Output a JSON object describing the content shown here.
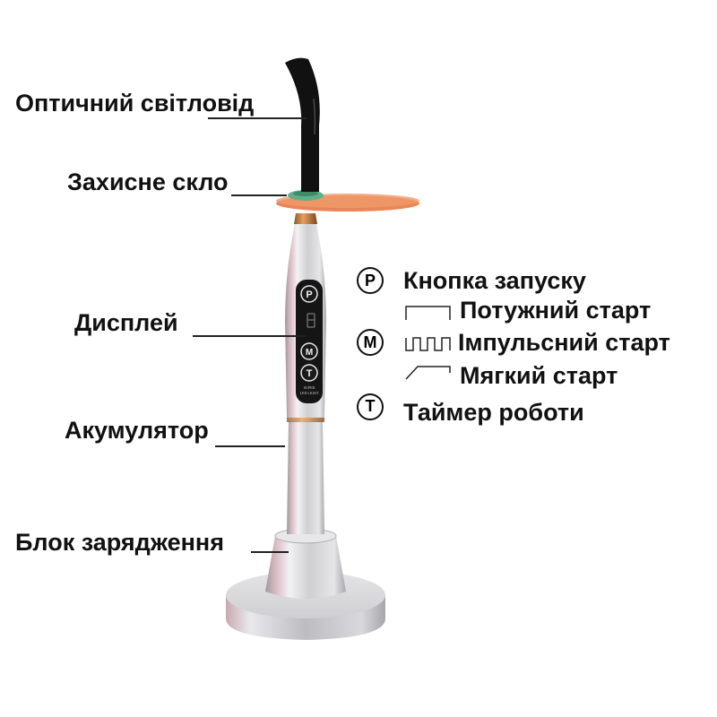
{
  "diagram": {
    "subject": "Wireless LED dental curing light",
    "labels": [
      {
        "id": "optical-guide",
        "text": "Оптичний світловід"
      },
      {
        "id": "protective-glass",
        "text": "Захисне скло"
      },
      {
        "id": "display",
        "text": "Дисплей"
      },
      {
        "id": "battery",
        "text": "Акумулятор"
      },
      {
        "id": "charging-base",
        "text": "Блок зарядження"
      }
    ],
    "legend": {
      "buttons": [
        {
          "key": "P",
          "text": "Кнопка запуску"
        },
        {
          "key": "M",
          "modes": [
            {
              "wave": "step",
              "text": "Потужний старт"
            },
            {
              "wave": "pulse",
              "text": "Імпульсний  старт"
            },
            {
              "wave": "ramp",
              "text": "Мягкий  старт"
            }
          ]
        },
        {
          "key": "T",
          "text": "Таймер роботи"
        }
      ]
    },
    "device_panel": {
      "buttons": [
        "P",
        "M",
        "T"
      ],
      "branding": [
        "SUPER",
        "LED LIGHT"
      ]
    },
    "colors": {
      "body_silver": "#c9c9cc",
      "guide_black": "#111111",
      "shield_orange": "#e8703a",
      "ring_green": "#5fb08a",
      "panel_black": "#151515"
    }
  }
}
